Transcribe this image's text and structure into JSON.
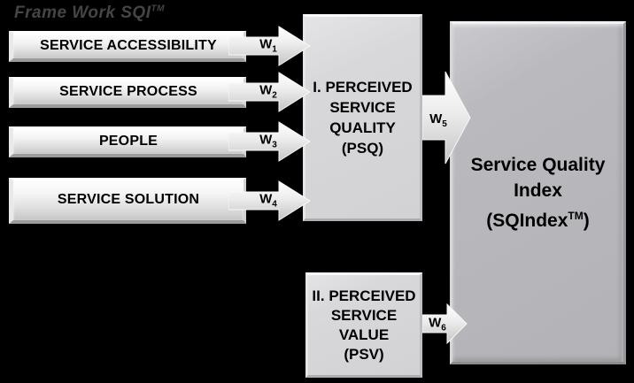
{
  "diagram": {
    "title": {
      "text": "Frame Work SQI",
      "trademark": "TM"
    },
    "colors": {
      "background": "#000000",
      "bar_fill_top": "#ffffff",
      "bar_fill_bottom": "#c6c6c6",
      "panel_fill": "#d6d6d8",
      "sq_box_fill": "#b5b5b9",
      "text": "#000000",
      "title_text": "#454547"
    },
    "inputs": [
      {
        "label": "SERVICE ACCESSIBILITY",
        "weight": "W",
        "weight_sub": "1"
      },
      {
        "label": "SERVICE PROCESS",
        "weight": "W",
        "weight_sub": "2"
      },
      {
        "label": "PEOPLE",
        "weight": "W",
        "weight_sub": "3"
      },
      {
        "label": "SERVICE SOLUTION",
        "weight": "W",
        "weight_sub": "4"
      }
    ],
    "psq": {
      "line1": "I. PERCEIVED",
      "line2": "SERVICE",
      "line3": "QUALITY",
      "line4": "(PSQ)",
      "weight": "W",
      "weight_sub": "5"
    },
    "psv": {
      "line1": "II. PERCEIVED",
      "line2": "SERVICE",
      "line3": "VALUE",
      "line4": "(PSV)",
      "weight": "W",
      "weight_sub": "6"
    },
    "sq": {
      "line1": "Service Quality",
      "line2": "Index",
      "line3_pre": "(SQIndex",
      "line3_sup": "TM",
      "line3_post": ")"
    }
  }
}
